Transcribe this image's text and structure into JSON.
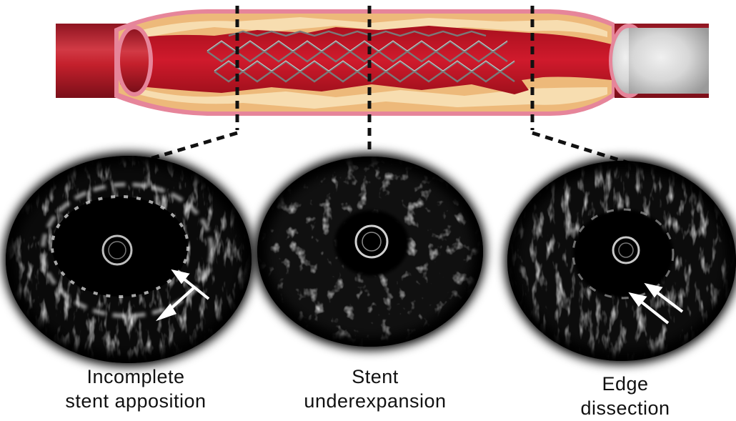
{
  "colors": {
    "vessel_outer": "#b3202a",
    "vessel_inner": "#c8162a",
    "vessel_wall": "#e27f96",
    "plaque": "#eeba78",
    "plaque_light": "#f6dcae",
    "stent": "#8a8a8a",
    "marker": "#111111"
  },
  "panels": [
    {
      "id": "incomplete-apposition",
      "caption_line1": "Incomplete",
      "caption_line2": "stent apposition",
      "arrows": true
    },
    {
      "id": "underexpansion",
      "caption_line1": "Stent",
      "caption_line2": "underexpansion",
      "arrows": false
    },
    {
      "id": "edge-dissection",
      "caption_line1": "Edge",
      "caption_line2": "dissection",
      "arrows": true
    }
  ]
}
